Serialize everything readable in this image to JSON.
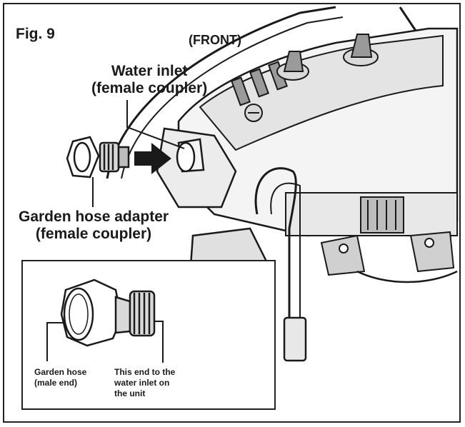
{
  "figure": {
    "number": "Fig. 9",
    "view": "(FRONT)"
  },
  "callouts": {
    "water_inlet": [
      "Water inlet",
      "(female coupler)"
    ],
    "adapter": [
      "Garden hose adapter",
      "(female coupler)"
    ]
  },
  "inset": {
    "garden_hose": [
      "Garden hose",
      "(male end)"
    ],
    "inlet_end": [
      "This end to the",
      "water inlet on",
      "the unit"
    ]
  },
  "colors": {
    "line": "#1a1a1a",
    "mid_gray": "#9a9a9a",
    "light_gray": "#d9d9d9"
  }
}
